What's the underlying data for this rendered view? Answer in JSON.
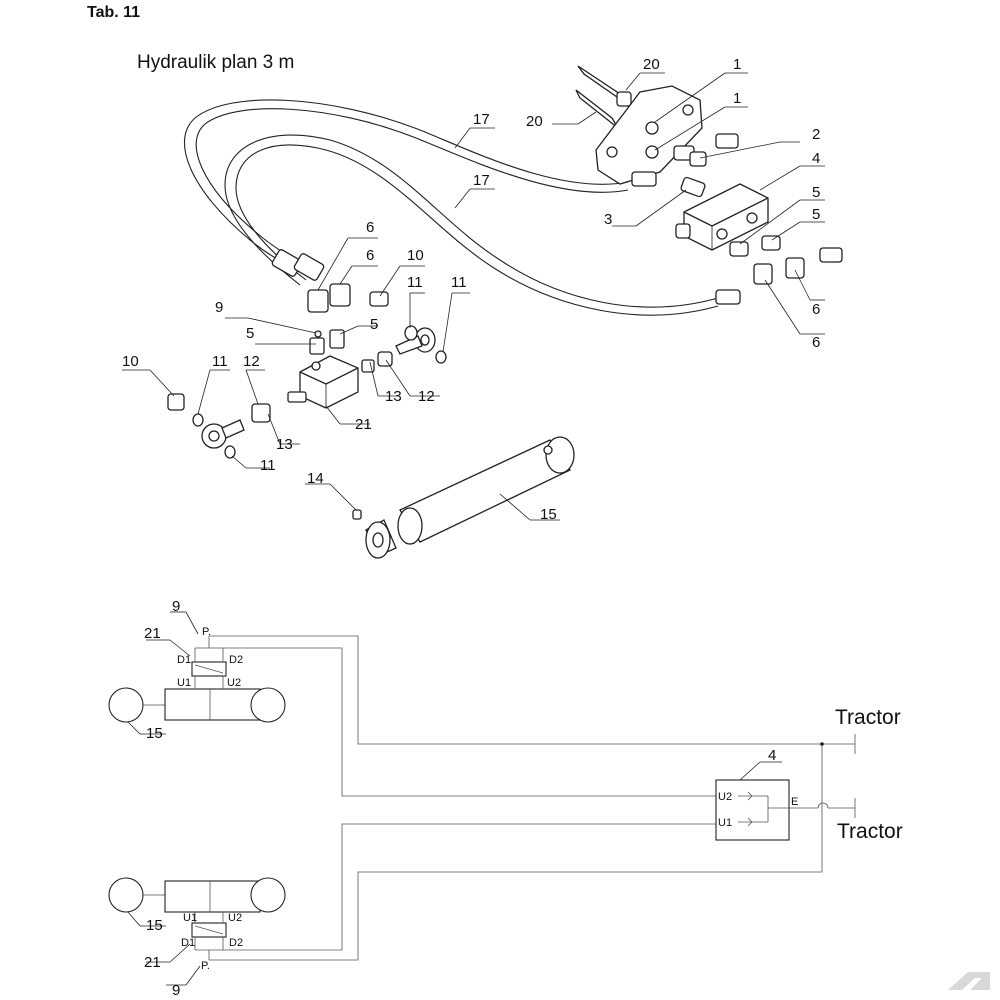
{
  "header": {
    "tab": "Tab. 11",
    "title": "Hydraulik plan 3 m"
  },
  "callouts": {
    "c20a": "20",
    "c20b": "20",
    "c1a": "1",
    "c1b": "1",
    "c2": "2",
    "c4": "4",
    "c17a": "17",
    "c17b": "17",
    "c3": "3",
    "c5a": "5",
    "c5b": "5",
    "c6a": "6",
    "c6b": "6",
    "c6c": "6",
    "c6d": "6",
    "c10a": "10",
    "c11a": "11",
    "c11b": "11",
    "c9": "9",
    "c5c": "5",
    "c5d": "5",
    "c10b": "10",
    "c11c": "11",
    "c12a": "12",
    "c13a": "13",
    "c12b": "12",
    "c13b": "13",
    "c21": "21",
    "c11d": "11",
    "c14": "14",
    "c15": "15"
  },
  "schematic": {
    "top_cyl": {
      "c9": "9",
      "c21": "21",
      "c15": "15",
      "p": "P.",
      "d1": "D1",
      "d2": "D2",
      "u1": "U1",
      "u2": "U2"
    },
    "bot_cyl": {
      "c9": "9",
      "c21": "21",
      "c15": "15",
      "p": "P.",
      "d1": "D1",
      "d2": "D2",
      "u1": "U1",
      "u2": "U2"
    },
    "valve": {
      "c4": "4",
      "u2": "U2",
      "u1": "U1",
      "e": "E"
    },
    "tractor_top": "Tractor",
    "tractor_bottom": "Tractor"
  }
}
